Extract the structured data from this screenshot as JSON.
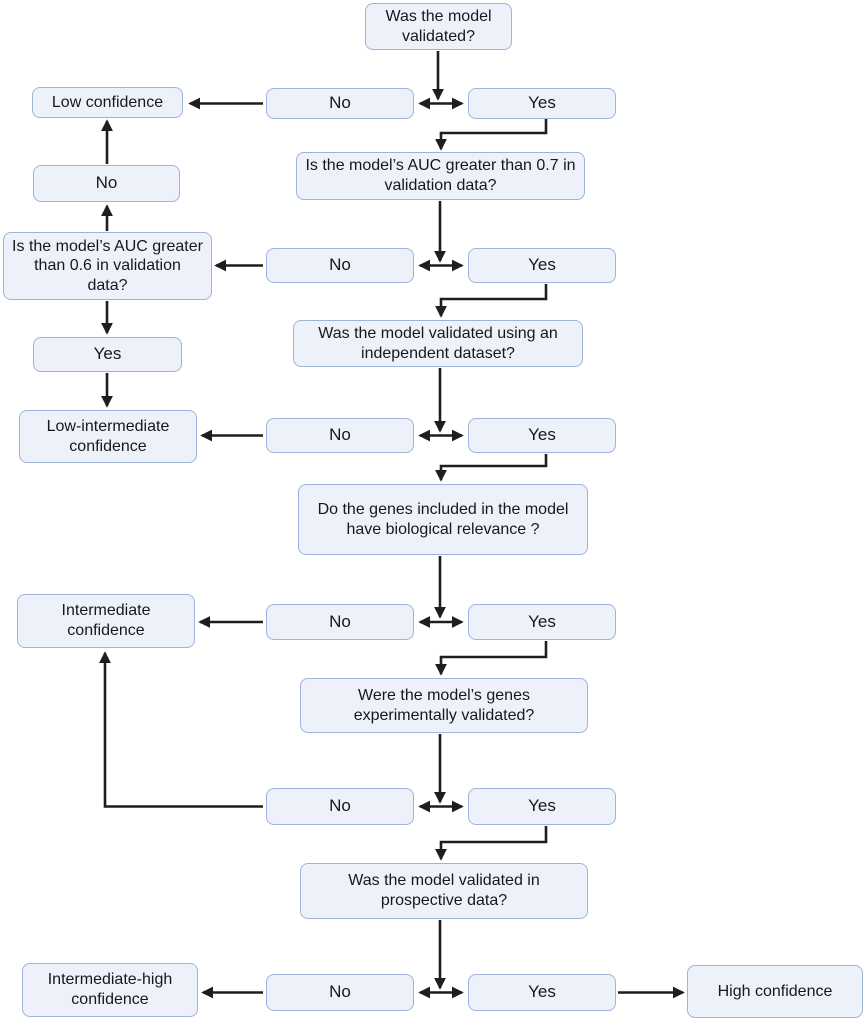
{
  "colors": {
    "background": "#ffffff",
    "box_fill": "#edf2fa",
    "box_border": "#9fb2da",
    "text": "#17181c",
    "arrow": "#1e1e1e"
  },
  "nodes": {
    "q_validated": {
      "label": "Was the model validated?"
    },
    "answer_no_1": {
      "label": "No"
    },
    "answer_yes_1": {
      "label": "Yes"
    },
    "outcome_low": {
      "label": "Low confidence"
    },
    "q_auc_07": {
      "label": "Is the model’s AUC greater than 0.7 in validation data?"
    },
    "answer_no_left": {
      "label": "No"
    },
    "q_auc_06": {
      "label": "Is the model’s AUC greater than 0.6 in validation data?"
    },
    "answer_no_2": {
      "label": "No"
    },
    "answer_yes_2": {
      "label": "Yes"
    },
    "answer_yes_left": {
      "label": "Yes"
    },
    "q_independent": {
      "label": "Was the model validated using an independent dataset?"
    },
    "outcome_low_intermediate": {
      "label": "Low-intermediate confidence"
    },
    "answer_no_3": {
      "label": "No"
    },
    "answer_yes_3": {
      "label": "Yes"
    },
    "q_biological": {
      "label": "Do the genes included in the model have biological relevance ?"
    },
    "outcome_intermediate": {
      "label": "Intermediate confidence"
    },
    "answer_no_4": {
      "label": "No"
    },
    "answer_yes_4": {
      "label": "Yes"
    },
    "q_experimental": {
      "label": "Were the model’s genes experimentally validated?"
    },
    "answer_no_5": {
      "label": "No"
    },
    "answer_yes_5": {
      "label": "Yes"
    },
    "q_prospective": {
      "label": "Was the model validated in prospective data?"
    },
    "outcome_intermediate_high": {
      "label": "Intermediate-high confidence"
    },
    "answer_no_6": {
      "label": "No"
    },
    "answer_yes_6": {
      "label": "Yes"
    },
    "outcome_high": {
      "label": "High confidence"
    }
  },
  "edges": [
    {
      "from": "q_validated",
      "to": "row1-junction",
      "arrow": "single-down"
    },
    {
      "from": "answer_no_1",
      "to": "answer_yes_1",
      "arrow": "double-horizontal"
    },
    {
      "from": "answer_no_1",
      "to": "outcome_low",
      "arrow": "single-left"
    },
    {
      "from": "answer_yes_1",
      "to": "q_auc_07",
      "arrow": "elbow-down"
    },
    {
      "from": "q_auc_07",
      "to": "row2-junction",
      "arrow": "single-down"
    },
    {
      "from": "answer_no_2",
      "to": "answer_yes_2",
      "arrow": "double-horizontal"
    },
    {
      "from": "answer_no_2",
      "to": "q_auc_06",
      "arrow": "single-left"
    },
    {
      "from": "q_auc_06",
      "to": "answer_no_left",
      "arrow": "single-up"
    },
    {
      "from": "answer_no_left",
      "to": "outcome_low",
      "arrow": "single-up"
    },
    {
      "from": "q_auc_06",
      "to": "answer_yes_left",
      "arrow": "single-down"
    },
    {
      "from": "answer_yes_left",
      "to": "outcome_low_intermediate",
      "arrow": "single-down"
    },
    {
      "from": "answer_yes_2",
      "to": "q_independent",
      "arrow": "elbow-down"
    },
    {
      "from": "q_independent",
      "to": "row3-junction",
      "arrow": "single-down"
    },
    {
      "from": "answer_no_3",
      "to": "answer_yes_3",
      "arrow": "double-horizontal"
    },
    {
      "from": "answer_no_3",
      "to": "outcome_low_intermediate",
      "arrow": "single-left"
    },
    {
      "from": "answer_yes_3",
      "to": "q_biological",
      "arrow": "elbow-down"
    },
    {
      "from": "q_biological",
      "to": "row4-junction",
      "arrow": "single-down"
    },
    {
      "from": "answer_no_4",
      "to": "answer_yes_4",
      "arrow": "double-horizontal"
    },
    {
      "from": "answer_no_4",
      "to": "outcome_intermediate",
      "arrow": "single-left"
    },
    {
      "from": "answer_yes_4",
      "to": "q_experimental",
      "arrow": "elbow-down"
    },
    {
      "from": "q_experimental",
      "to": "row5-junction",
      "arrow": "single-down"
    },
    {
      "from": "answer_no_5",
      "to": "answer_yes_5",
      "arrow": "double-horizontal"
    },
    {
      "from": "answer_no_5",
      "to": "outcome_intermediate",
      "arrow": "elbow-left-up"
    },
    {
      "from": "answer_yes_5",
      "to": "q_prospective",
      "arrow": "elbow-down"
    },
    {
      "from": "q_prospective",
      "to": "row6-junction",
      "arrow": "single-down"
    },
    {
      "from": "answer_no_6",
      "to": "answer_yes_6",
      "arrow": "double-horizontal"
    },
    {
      "from": "answer_no_6",
      "to": "outcome_intermediate_high",
      "arrow": "single-left"
    },
    {
      "from": "answer_yes_6",
      "to": "outcome_high",
      "arrow": "single-right"
    }
  ]
}
